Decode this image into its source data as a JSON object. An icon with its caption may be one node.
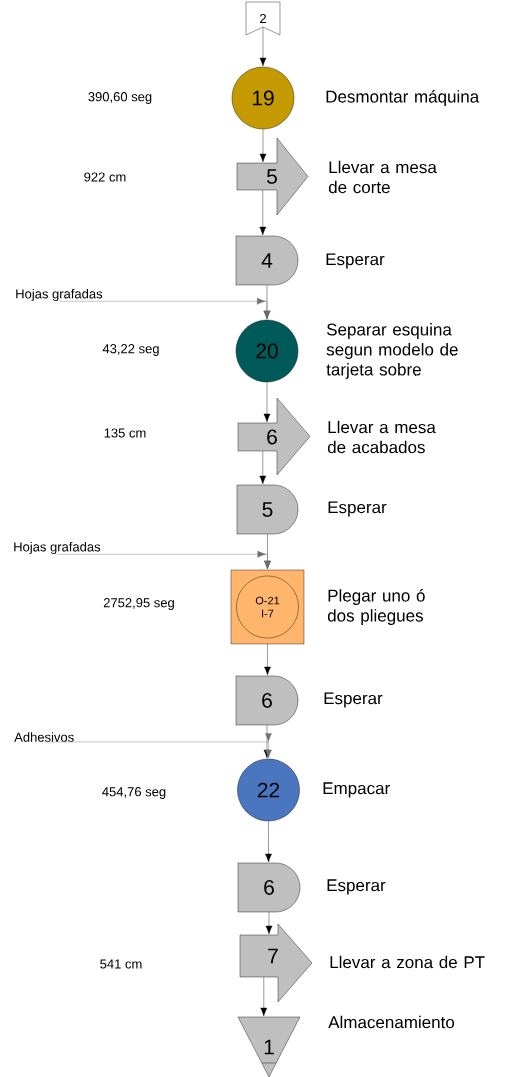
{
  "diagram": {
    "nodes": [
      {
        "text": [
          "2"
        ]
      },
      {
        "text": [
          "19"
        ],
        "beside": [
          "Desmontar máquina"
        ]
      },
      {
        "text": [
          "5"
        ],
        "beside": [
          "Llevar a mesa de corte"
        ]
      },
      {
        "text": [
          "4"
        ],
        "beside": [
          "Esperar"
        ]
      },
      {
        "text": [
          "Hojas grafadas"
        ]
      },
      {
        "text": [
          "20"
        ],
        "beside": [
          "Separar esquina segun modelo de tarjeta sobre"
        ]
      },
      {
        "text": [
          "6"
        ],
        "beside": [
          "Llevar a mesa de acabados"
        ]
      },
      {
        "text": [
          "5"
        ],
        "beside": [
          "Esperar"
        ]
      },
      {
        "text": [
          "Hojas grafadas"
        ]
      },
      {
        "text": [
          "O-21 I-7"
        ],
        "beside": [
          "Plegar uno ó dos pliegues"
        ]
      },
      {
        "text": [
          "6"
        ],
        "beside": [
          "Esperar"
        ]
      },
      {
        "text": [
          "Adhesivos"
        ]
      },
      {
        "text": [
          "22"
        ],
        "beside": [
          "Empacar"
        ]
      },
      {
        "text": [
          "6"
        ],
        "beside": [
          "Esperar"
        ]
      },
      {
        "text": [
          "7"
        ],
        "beside": [
          "Llevar a zona de PT"
        ]
      },
      {
        "text": [
          "1"
        ],
        "beside": [
          "Almacenamiento"
        ]
      }
    ],
    "edges": [
      {
        "from": 0,
        "to": 1,
        "arrow": "to"
      },
      {
        "from": 1,
        "to": 2,
        "arrow": "to"
      },
      {
        "from": 2,
        "to": 3,
        "arrow": "to"
      },
      {
        "from": 3,
        "to": 5,
        "arrow": "to"
      },
      {
        "from": 4,
        "to": 5,
        "arrow": "to",
        "color": "#6e6e6e"
      },
      {
        "from": 5,
        "to": 6,
        "arrow": "to"
      },
      {
        "from": 6,
        "to": 7,
        "arrow": "to"
      },
      {
        "from": 7,
        "to": 9,
        "arrow": "to"
      },
      {
        "from": 8,
        "to": 9,
        "arrow": "to",
        "color": "#6e6e6e"
      },
      {
        "from": 9,
        "to": 10,
        "arrow": "to"
      },
      {
        "from": 10,
        "to": 12,
        "arrow": "to"
      },
      {
        "from": 11,
        "to": 12,
        "arrow": "to",
        "color": "#6e6e6e"
      },
      {
        "from": 12,
        "to": 13,
        "arrow": "to"
      },
      {
        "from": 13,
        "to": 14,
        "arrow": "to"
      },
      {
        "from": 14,
        "to": 15,
        "arrow": "to"
      }
    ],
    "labels": [
      "390,60 seg",
      "922 cm",
      "43,22 seg",
      "135 cm",
      "2752,95 seg",
      "454,76 seg",
      "541 cm"
    ]
  }
}
